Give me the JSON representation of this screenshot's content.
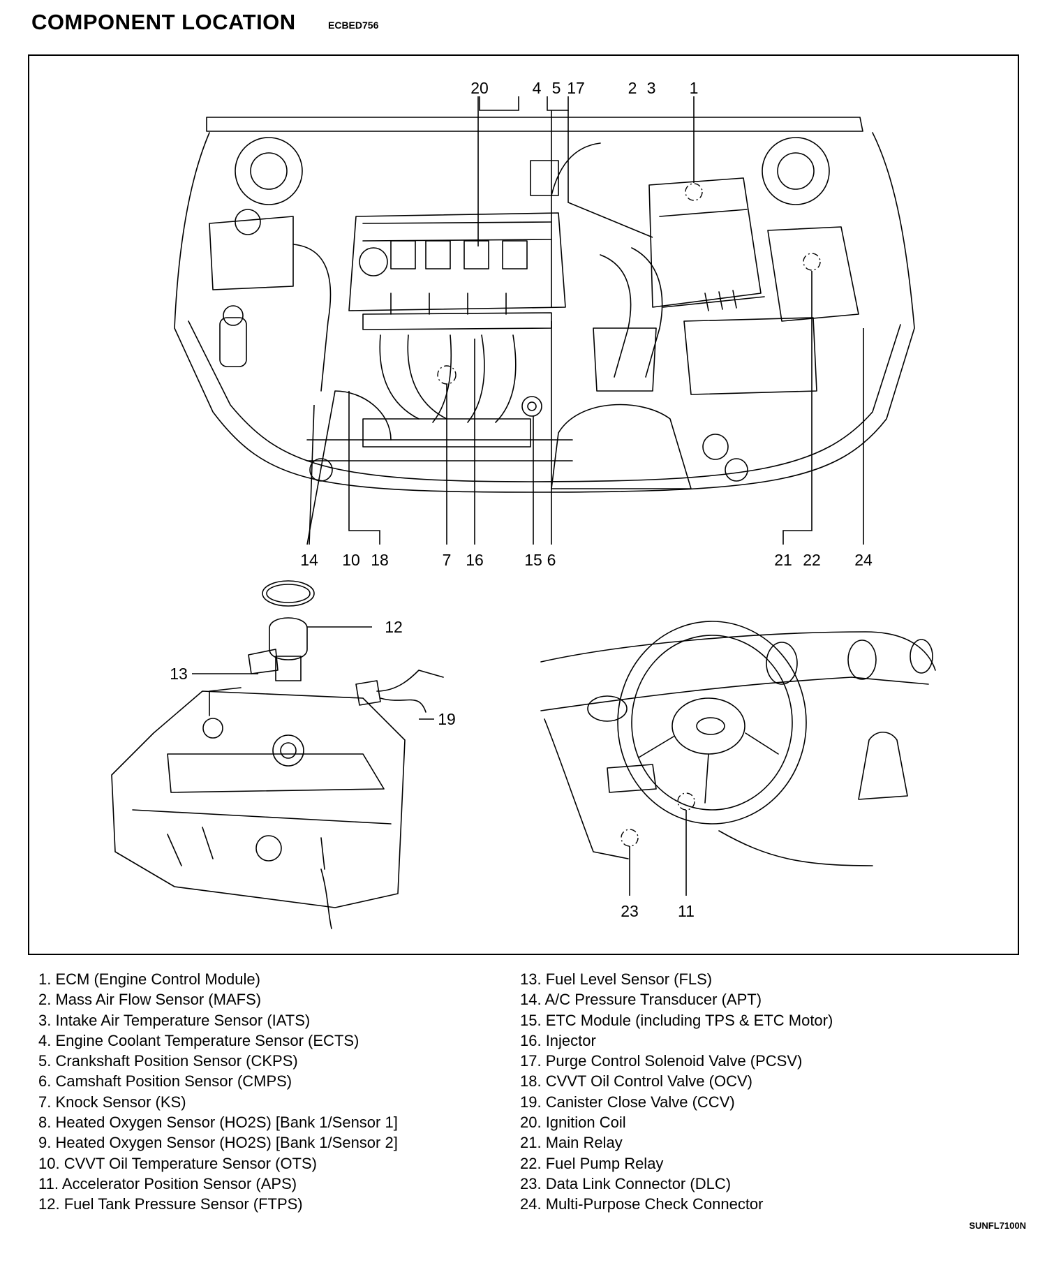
{
  "title": "COMPONENT LOCATION",
  "doc_code": "ECBED756",
  "figure_ref": "SUNFL7100N",
  "callouts": {
    "c1": "1",
    "c2": "2",
    "c3": "3",
    "c4": "4",
    "c5": "5",
    "c6": "6",
    "c7": "7",
    "c10": "10",
    "c11": "11",
    "c12": "12",
    "c13": "13",
    "c14": "14",
    "c15": "15",
    "c16": "16",
    "c17": "17",
    "c18": "18",
    "c19": "19",
    "c20": "20",
    "c21": "21",
    "c22": "22",
    "c23": "23",
    "c24": "24"
  },
  "legend": [
    "1. ECM (Engine Control Module)",
    "2. Mass Air Flow Sensor (MAFS)",
    "3. Intake Air Temperature Sensor (IATS)",
    "4. Engine Coolant Temperature Sensor (ECTS)",
    "5. Crankshaft Position Sensor (CKPS)",
    "6. Camshaft Position Sensor (CMPS)",
    "7. Knock Sensor (KS)",
    "8. Heated Oxygen Sensor (HO2S) [Bank 1/Sensor 1]",
    "9. Heated Oxygen Sensor (HO2S) [Bank 1/Sensor 2]",
    "10. CVVT Oil Temperature Sensor (OTS)",
    "11. Accelerator Position Sensor (APS)",
    "12. Fuel Tank Pressure Sensor (FTPS)",
    "13. Fuel Level Sensor (FLS)",
    "14. A/C Pressure Transducer (APT)",
    "15. ETC Module (including TPS & ETC Motor)",
    "16. Injector",
    "17. Purge Control Solenoid Valve (PCSV)",
    "18. CVVT Oil Control Valve (OCV)",
    "19. Canister Close Valve (CCV)",
    "20. Ignition Coil",
    "21. Main Relay",
    "22. Fuel Pump Relay",
    "23. Data Link Connector (DLC)",
    "24. Multi-Purpose Check Connector"
  ]
}
